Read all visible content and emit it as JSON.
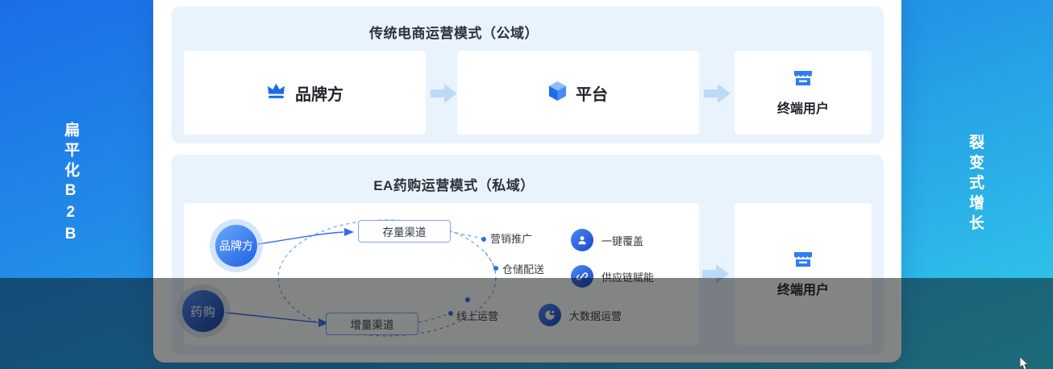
{
  "side_panels": {
    "left_label": "扁平化B2B",
    "right_label": "裂变式增长"
  },
  "public_section": {
    "title": "传统电商运营模式（公域）",
    "nodes": [
      {
        "label": "品牌方",
        "icon": "crown-icon"
      },
      {
        "label": "平台",
        "icon": "cube-icon"
      },
      {
        "label": "终端用户",
        "icon": "storefront-icon"
      }
    ]
  },
  "private_section": {
    "title": "EA药购运营模式（私域）",
    "brand_badge": "品牌方",
    "platform_badge": "药购",
    "channels": {
      "stock": "存量渠道",
      "incremental": "增量渠道"
    },
    "services": [
      "营销推广",
      "仓储配送",
      "线上运营"
    ],
    "capabilities": [
      {
        "label": "一键覆盖",
        "icon": "person-icon"
      },
      {
        "label": "供应链赋能",
        "icon": "chain-link-icon"
      },
      {
        "label": "大数据运营",
        "icon": "pie-chart-icon"
      }
    ],
    "end_node": {
      "label": "终端用户",
      "icon": "storefront-icon"
    }
  },
  "colors": {
    "accent": "#1f6ae8",
    "panel_bg": "#e8f3fe",
    "flow_arrow": "#bcd9f8",
    "dashed_line": "#6f9cf3"
  }
}
